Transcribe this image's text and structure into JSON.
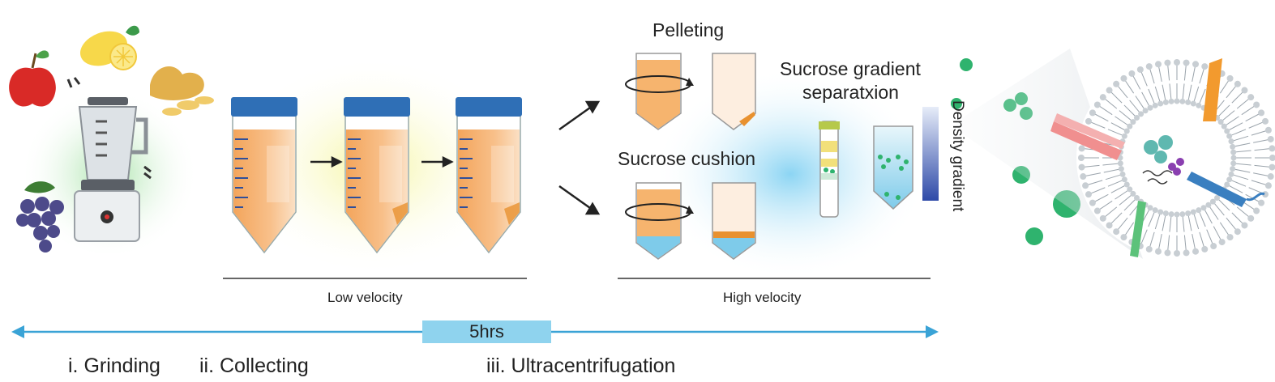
{
  "labels": {
    "pelleting": "Pelleting",
    "sucrose_gradient_line1": "Sucrose gradient",
    "sucrose_gradient_line2": "separatxion",
    "sucrose_cushion": "Sucrose cushion",
    "density_gradient": "Density gradient",
    "low_velocity": "Low velocity",
    "high_velocity": "High velocity",
    "duration": "5hrs",
    "step_grinding": "i. Grinding",
    "step_collecting": "ii. Collecting",
    "step_ultracentrifugation": "iii. Ultracentrifugation"
  },
  "colors": {
    "tube_cap": "#2f6fb6",
    "juice_orange": "#f6b46e",
    "sucrose_blue": "#7ecbea",
    "vesicle_green": "#2fb36e",
    "timeline_blue": "#3aa3d6",
    "badge_blue": "#8fd3ee",
    "arrow_dark": "#222222"
  }
}
